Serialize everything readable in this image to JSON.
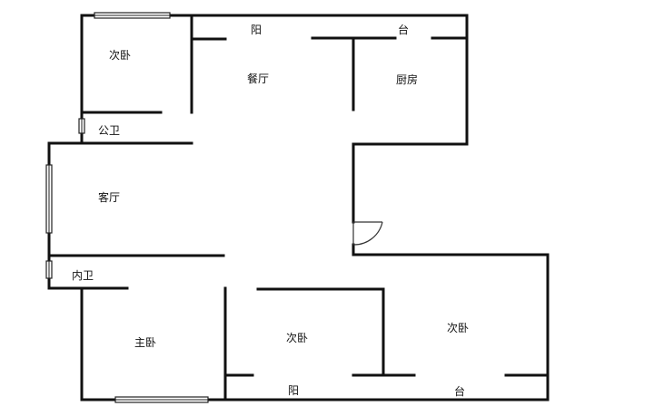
{
  "labels": {
    "bedroom_nw": "次卧",
    "dining": "餐厅",
    "kitchen": "厨房",
    "balcony_top_left": "阳",
    "balcony_top_right": "台",
    "public_bath": "公卫",
    "living": "客厅",
    "ensuite_bath": "内卫",
    "master": "主卧",
    "bedroom_s": "次卧",
    "bedroom_se": "次卧",
    "balcony_bottom_left": "阳",
    "balcony_bottom_right": "台"
  }
}
